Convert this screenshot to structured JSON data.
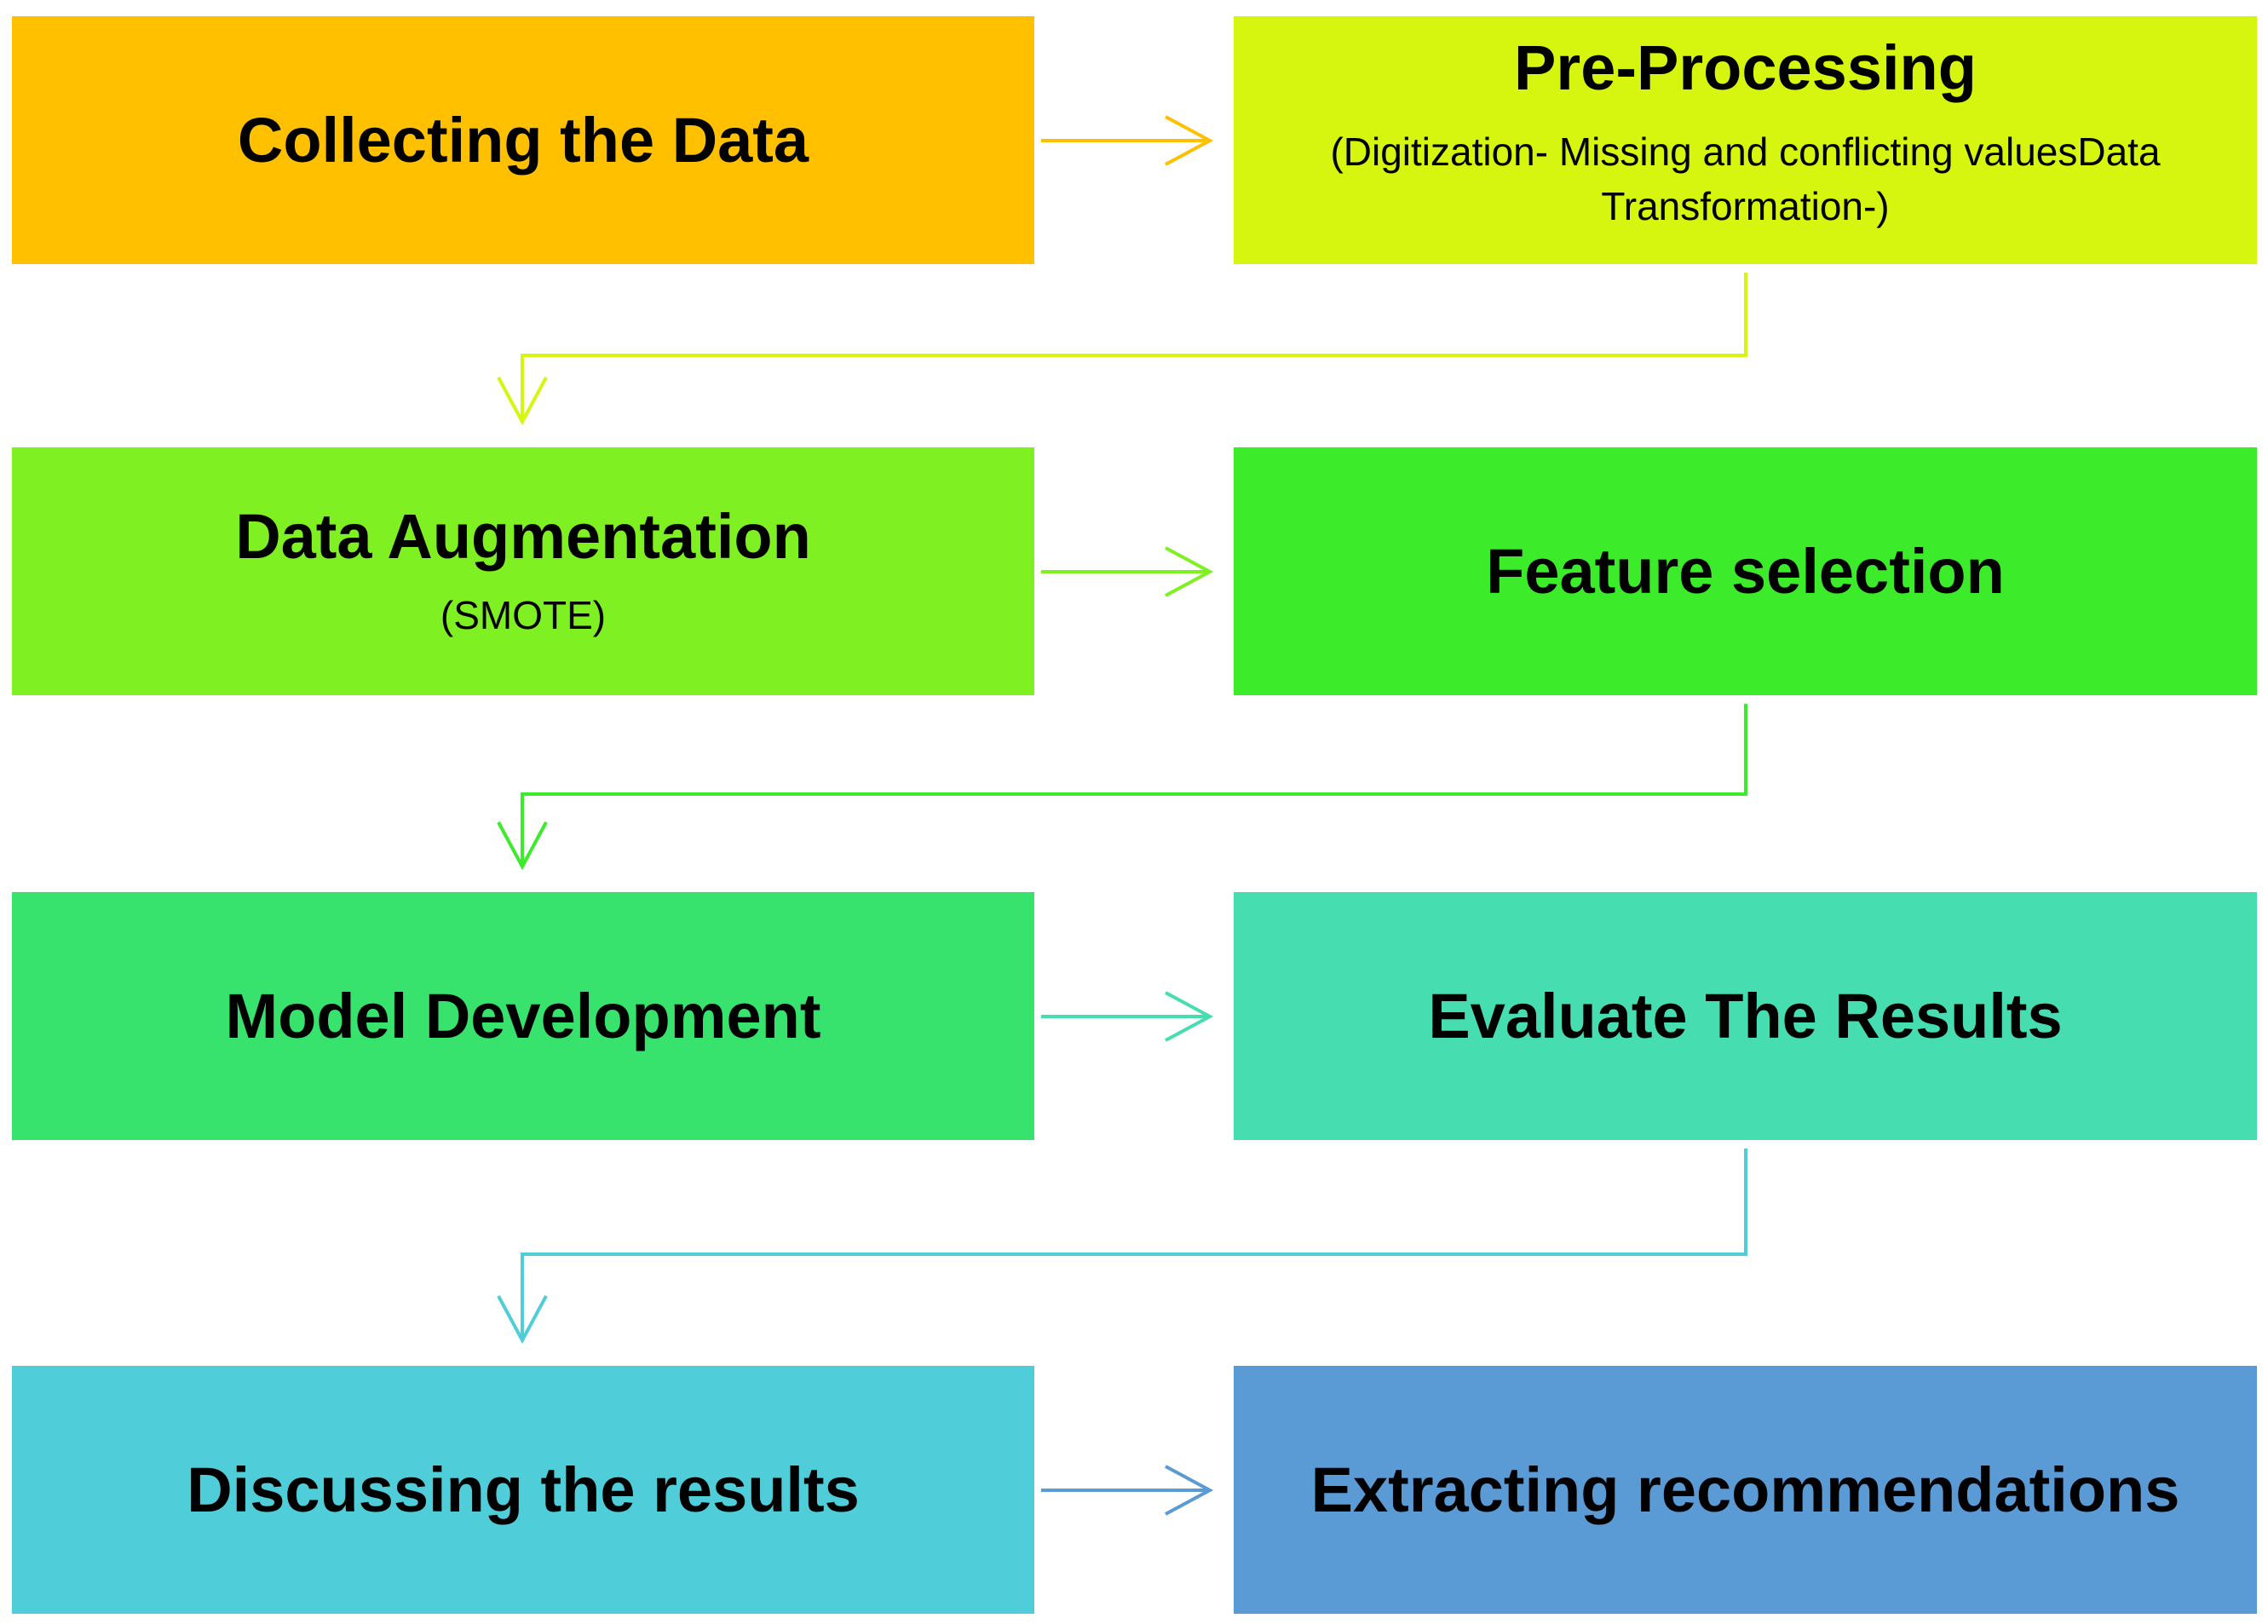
{
  "diagram": {
    "steps": [
      {
        "id": "collecting",
        "title": "Collecting the Data",
        "subtitle": "",
        "color": "#FFC000"
      },
      {
        "id": "preprocessing",
        "title": "Pre-Processing",
        "subtitle": "(Digitization- Missing and conflicting valuesData Transformation-)",
        "color": "#D6F50F"
      },
      {
        "id": "augmentation",
        "title": "Data Augmentation",
        "subtitle": "(SMOTE)",
        "color": "#7FF021"
      },
      {
        "id": "feature-selection",
        "title": "Feature selection",
        "subtitle": "",
        "color": "#3CEB2A"
      },
      {
        "id": "model-development",
        "title": "Model Development",
        "subtitle": "",
        "color": "#37E36D"
      },
      {
        "id": "evaluate",
        "title": "Evaluate The Results",
        "subtitle": "",
        "color": "#46DDB0"
      },
      {
        "id": "discussing",
        "title": "Discussing the results",
        "subtitle": "",
        "color": "#4FCDD8"
      },
      {
        "id": "extracting",
        "title": "Extracting recommendations",
        "subtitle": "",
        "color": "#5B9BD5"
      }
    ],
    "connector_colors": {
      "row1_right": "#FFC000",
      "row1_down": "#D6F50F",
      "row2_right": "#7FF021",
      "row2_down": "#3CEB2A",
      "row3_right": "#46DDB0",
      "row3_down": "#4FCDD8",
      "row4_right": "#5B9BD5"
    }
  }
}
